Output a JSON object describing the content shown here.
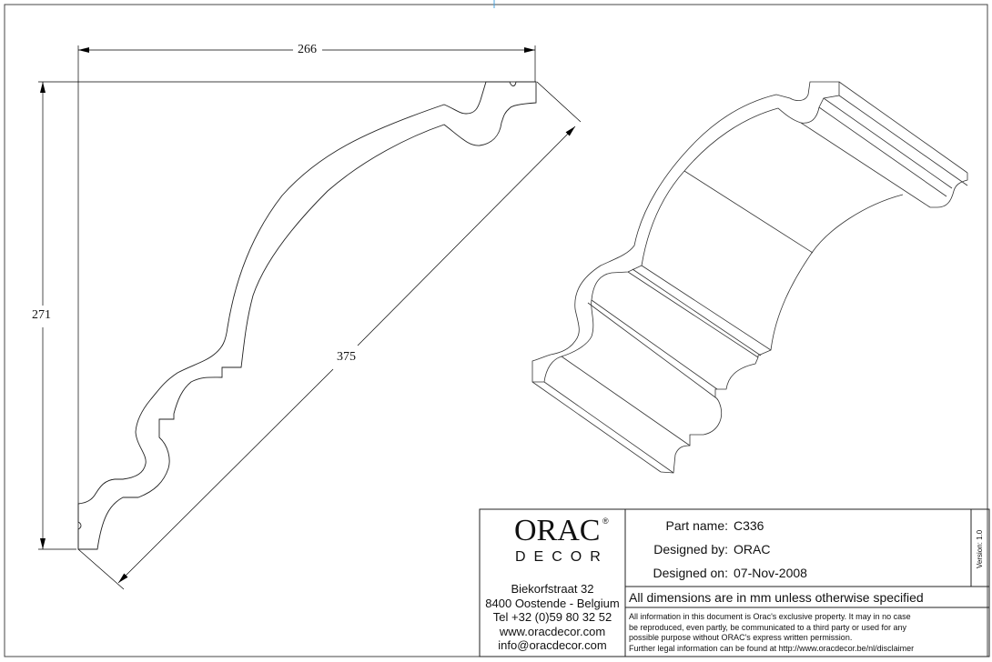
{
  "dimensions": {
    "width": "266",
    "height": "271",
    "diagonal": "375"
  },
  "title_block": {
    "logo_name": "ORAC",
    "logo_registered": "®",
    "logo_sub": "DECOR",
    "address": [
      "Biekorfstraat 32",
      "8400 Oostende - Belgium",
      "Tel  +32 (0)59 80 32 52",
      "www.oracdecor.com",
      "info@oracdecor.com"
    ],
    "part_name_label": "Part name:",
    "part_name": "C336",
    "designed_by_label": "Designed by:",
    "designed_by": "ORAC",
    "designed_on_label": "Designed on:",
    "designed_on": "07-Nov-2008",
    "version": "Version: 1.0",
    "units_note": "All dimensions are in mm unless otherwise specified",
    "legal": [
      "All information in this document is Orac's exclusive property.  It may in no case",
      "be reproduced, even partly, be communicated to a third party or used for any",
      "possible purpose without ORAC's express written permission.",
      "Further legal information can be found at http://www.oracdecor.be/nl/disclaimer"
    ]
  }
}
